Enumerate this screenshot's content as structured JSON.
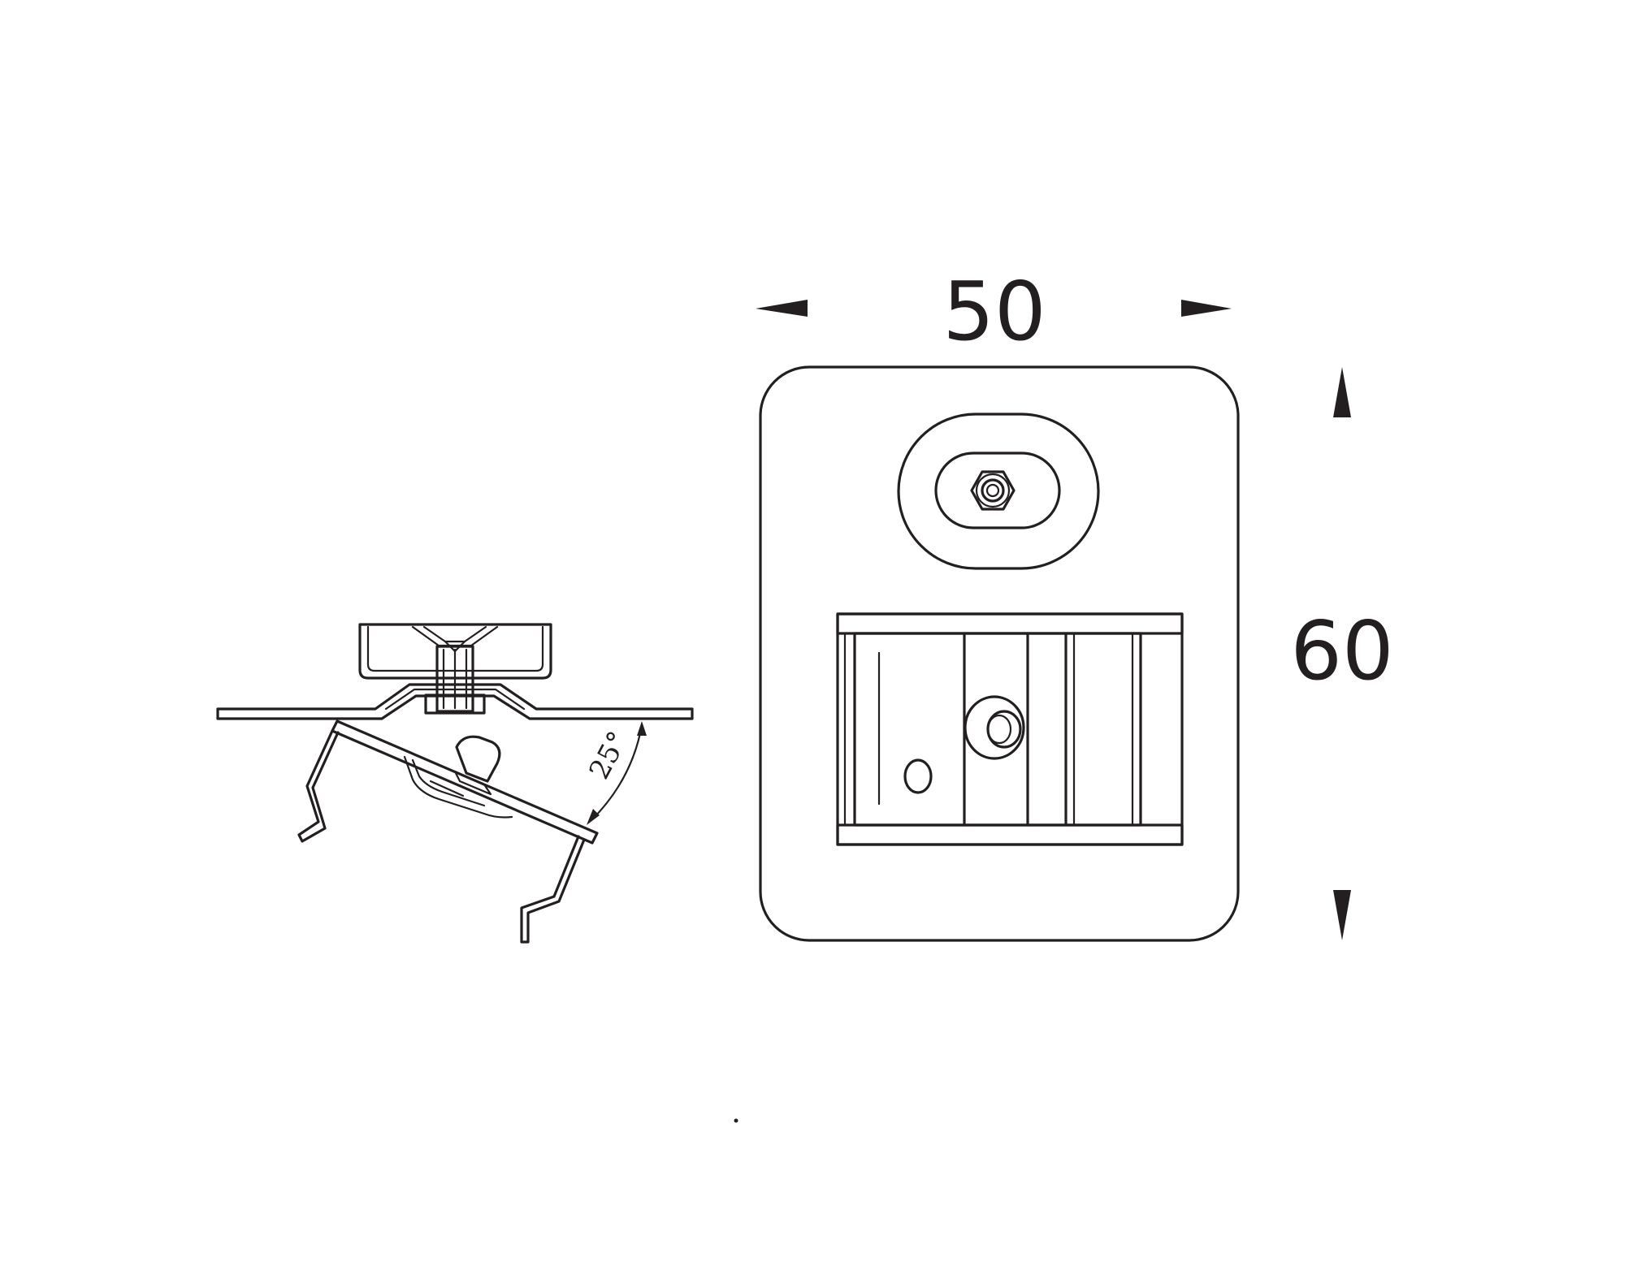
{
  "dimensions": {
    "width_label": "50",
    "height_label": "60",
    "angle_label": "25°"
  },
  "colors": {
    "line": "#231f20",
    "background": "#ffffff"
  }
}
